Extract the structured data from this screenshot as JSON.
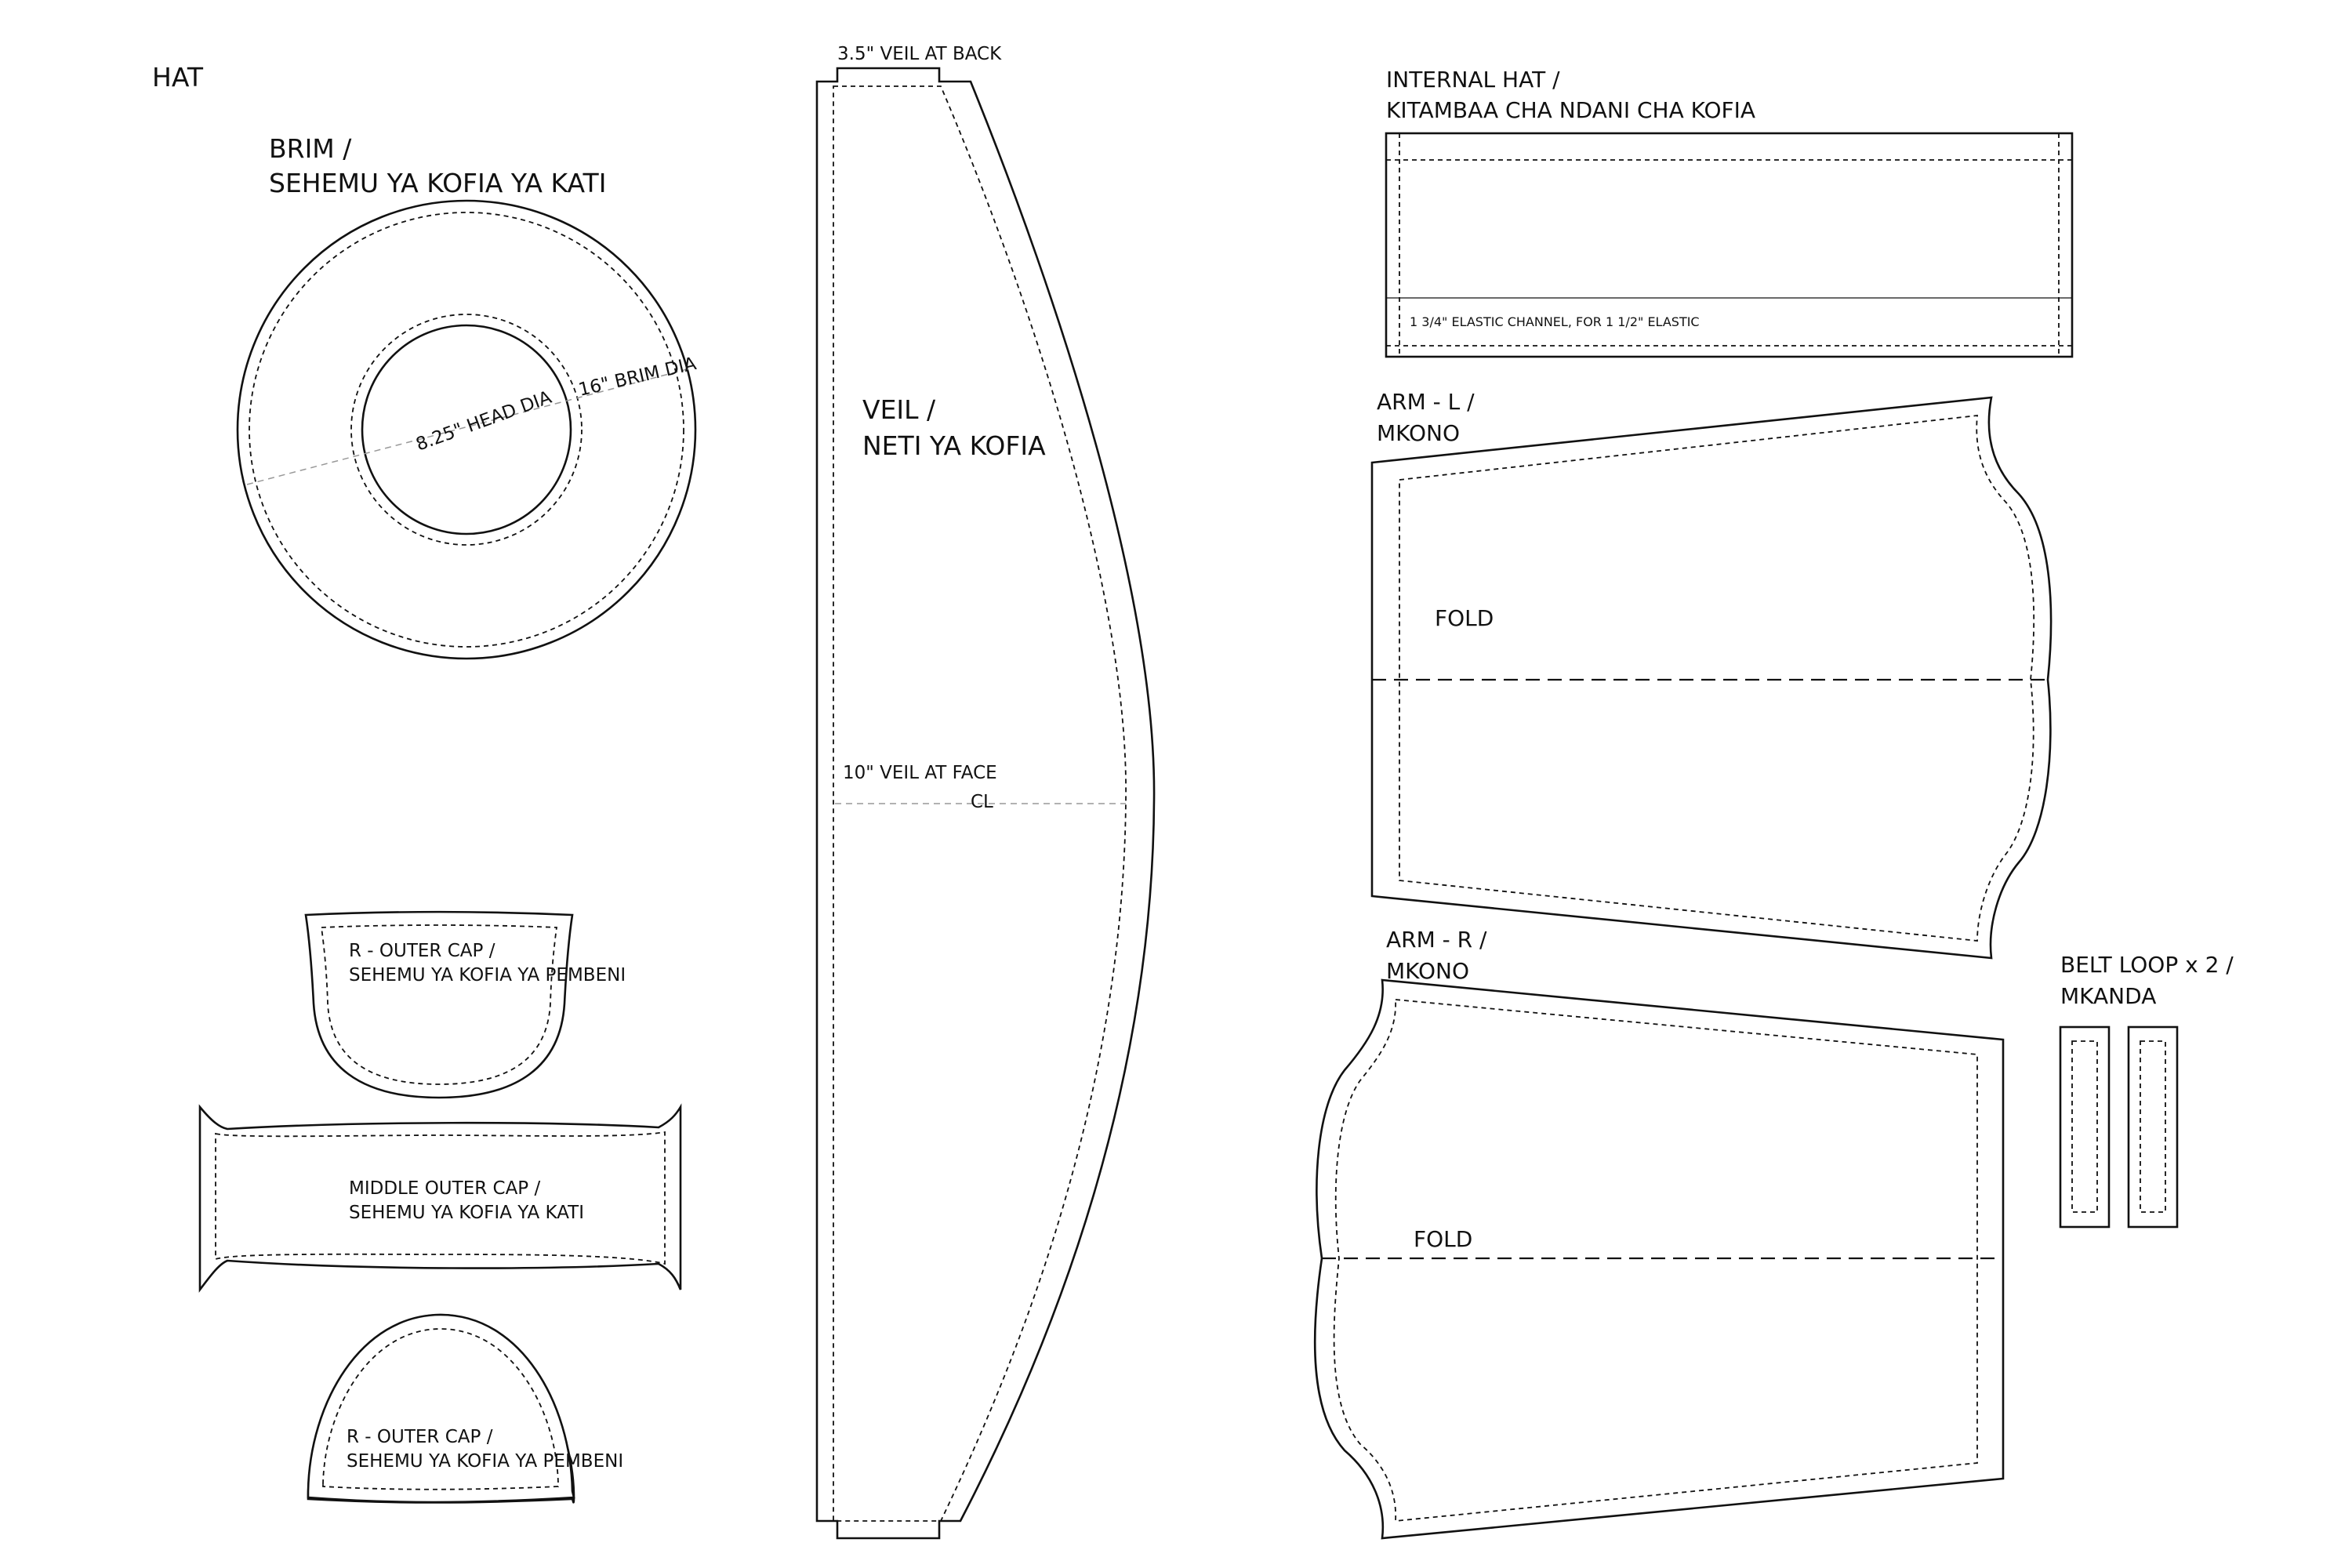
{
  "title": "HAT",
  "pieces": {
    "brim": {
      "label_line1": "BRIM /",
      "label_line2": "SEHEMU YA KOFIA YA KATI",
      "head_dia": "8.25\" HEAD DIA",
      "brim_dia": "16\" BRIM DIA"
    },
    "veil": {
      "label_line1": "VEIL /",
      "label_line2": "NETI YA KOFIA",
      "back_note": "3.5\" VEIL AT BACK",
      "face_note": "10\" VEIL AT FACE",
      "centerline": "CL"
    },
    "internal_hat": {
      "label_line1": "INTERNAL HAT /",
      "label_line2": "KITAMBAA CHA NDANI CHA KOFIA",
      "elastic_note": "1 3/4\" ELASTIC CHANNEL, FOR 1 1/2\" ELASTIC"
    },
    "arm_l": {
      "label_line1": "ARM - L /",
      "label_line2": "MKONO",
      "fold": "FOLD"
    },
    "arm_r": {
      "label_line1": "ARM - R /",
      "label_line2": "MKONO",
      "fold": "FOLD"
    },
    "outer_cap_top": {
      "label_line1": "R - OUTER CAP /",
      "label_line2": "SEHEMU YA KOFIA YA PEMBENI"
    },
    "middle_cap": {
      "label_line1": "MIDDLE OUTER CAP /",
      "label_line2": "SEHEMU YA KOFIA YA KATI"
    },
    "outer_cap_bottom": {
      "label_line1": "R - OUTER CAP /",
      "label_line2": "SEHEMU YA KOFIA YA PEMBENI"
    },
    "belt_loop": {
      "label_line1": "BELT LOOP x 2 /",
      "label_line2": "MKANDA"
    }
  }
}
